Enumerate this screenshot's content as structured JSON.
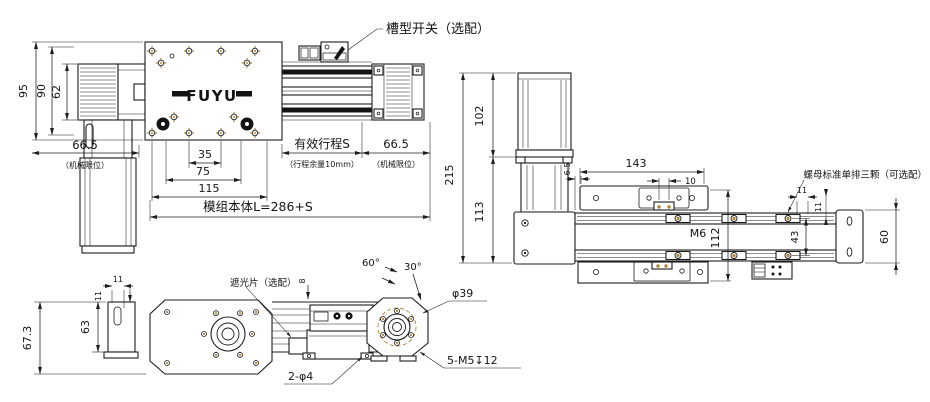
{
  "meta": {
    "brand": "FUYU",
    "drawing_type": "linear-module-dimension-drawing"
  },
  "colors": {
    "line": "#1c1c1c",
    "hole_marker": "#b08238",
    "background": "#ffffff"
  },
  "plan": {
    "dims": {
      "h95": "95",
      "h90": "90",
      "h62": "62",
      "left_limit": "66.5",
      "left_limit_note": "（机械限位）",
      "w35": "35",
      "w75": "75",
      "w115": "115",
      "stroke": "有效行程S",
      "stroke_note": "（行程余量10mm）",
      "right_limit": "66.5",
      "right_limit_note": "（机械限位）",
      "body_len": "模组本体L=286+S"
    },
    "labels": {
      "slot_switch": "槽型开关（选配）",
      "logo": "FUYU"
    }
  },
  "side": {
    "dims": {
      "total": "215",
      "motor": "102",
      "housing": "113",
      "carriage": "143",
      "edge": "6.5",
      "pitch10": "10",
      "thread": "M6",
      "span112": "112",
      "span43": "43",
      "off11h": "11",
      "off11v": "11",
      "cap60": "60"
    },
    "labels": {
      "nut": "螺母标准单排三颗（可选配）"
    }
  },
  "front": {
    "dims": {
      "h67": "67.3",
      "h63": "63",
      "off11h": "11",
      "off11v": "11",
      "tab8": "8",
      "ang60": "60°",
      "ang30": "30°",
      "dia39": "φ39",
      "tap": "5-M5↧12",
      "holes": "2-φ4"
    },
    "labels": {
      "shade": "遮光片（选配）"
    }
  }
}
